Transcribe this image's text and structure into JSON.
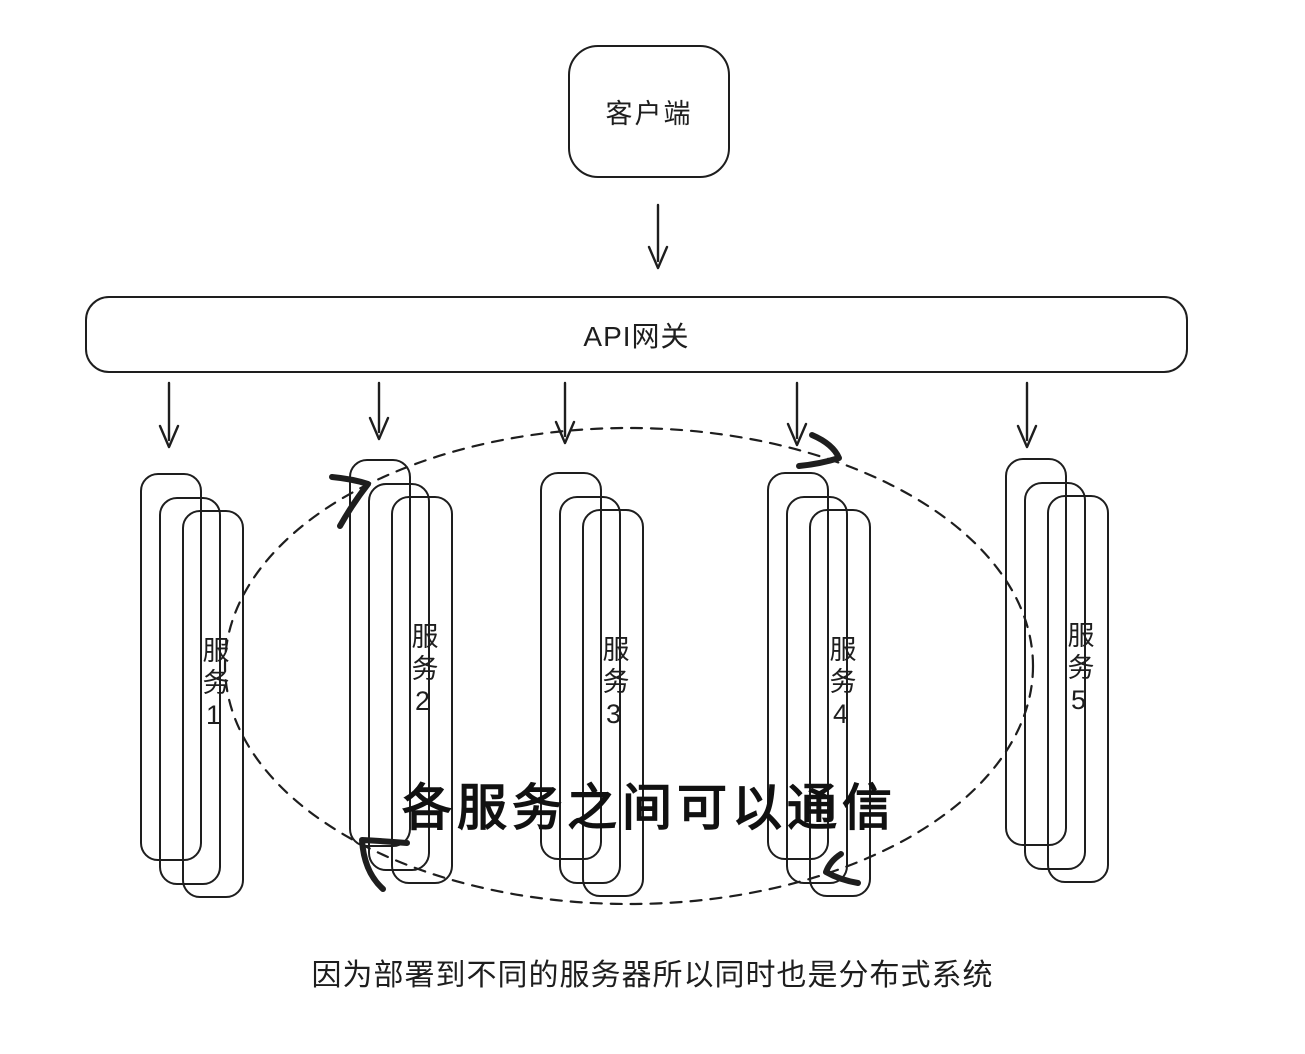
{
  "diagram": {
    "title_hint": "microservices-architecture-sketch",
    "colors": {
      "stroke": "#1e1e1e",
      "background": "#ffffff"
    },
    "client": {
      "label": "客户端"
    },
    "gateway": {
      "label": "API网关"
    },
    "services": [
      {
        "label": "服务1"
      },
      {
        "label": "服务2"
      },
      {
        "label": "服务3"
      },
      {
        "label": "服务4"
      },
      {
        "label": "服务5"
      }
    ],
    "communication_note": "各服务之间可以通信",
    "caption": "因为部署到不同的服务器所以同时也是分布式系统"
  }
}
